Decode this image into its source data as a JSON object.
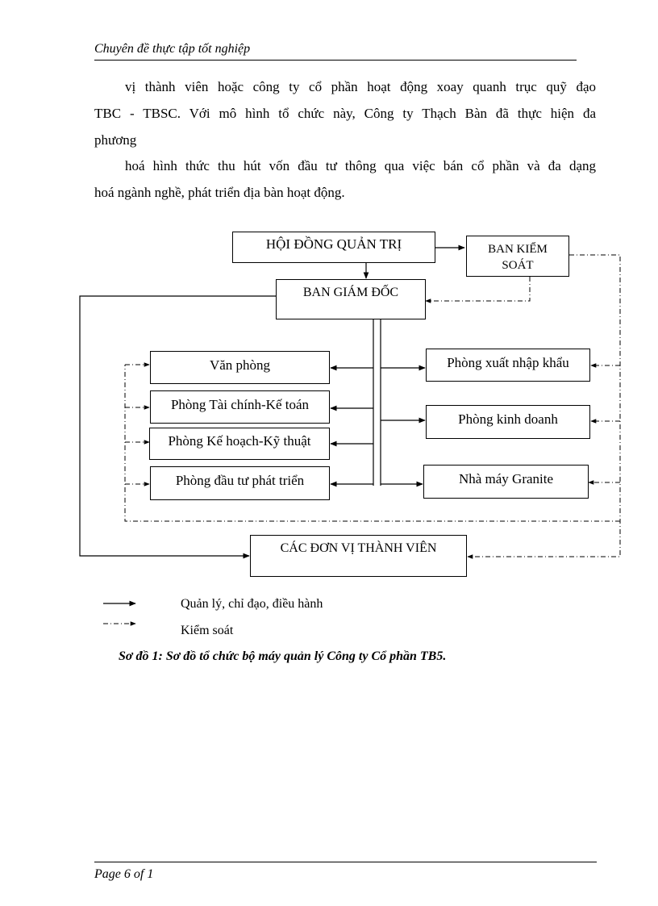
{
  "header": {
    "title": "Chuyên đề thực tập tốt nghiệp"
  },
  "paragraphs": {
    "p1_line1": "vị thành viên hoặc công ty cổ phần hoạt động xoay quanh trục quỹ đạo",
    "p1_line2": "TBC - TBSC. Với mô hình tổ chức này, Công ty Thạch Bàn đã thực hiện đa",
    "p1_line3": "phương",
    "p2_line1": "hoá hình thức thu hút vốn đầu tư thông qua việc bán cổ phần và đa dạng",
    "p2_line2": "hoá ngành nghề, phát triển địa bàn hoạt động."
  },
  "diagram": {
    "hdqt": "HỘI ĐỒNG QUẢN TRỊ",
    "bks_line1": "BAN KIỂM",
    "bks_line2": "SOÁT",
    "bgd": "BAN GIÁM ĐỐC",
    "van_phong": "Văn phòng",
    "tai_chinh": "Phòng Tài chính-Kế toán",
    "ke_hoach": "Phòng Kế hoạch-Kỹ thuật",
    "dau_tu": "Phòng đầu tư phát triển",
    "xuat_nhap_khau": "Phòng xuất nhập khẩu",
    "kinh_doanh": "Phòng kinh doanh",
    "nha_may": "Nhà máy Granite",
    "don_vi": "CÁC ĐƠN VỊ THÀNH VIÊN"
  },
  "legend": {
    "solid": "Quản lý, chỉ đạo, điều hành",
    "dashed": "Kiểm soát"
  },
  "caption": "Sơ đồ 1: Sơ đồ tổ chức bộ máy quản lý Công ty Cổ phần TB5.",
  "footer": {
    "page": "Page 6 of 1"
  }
}
